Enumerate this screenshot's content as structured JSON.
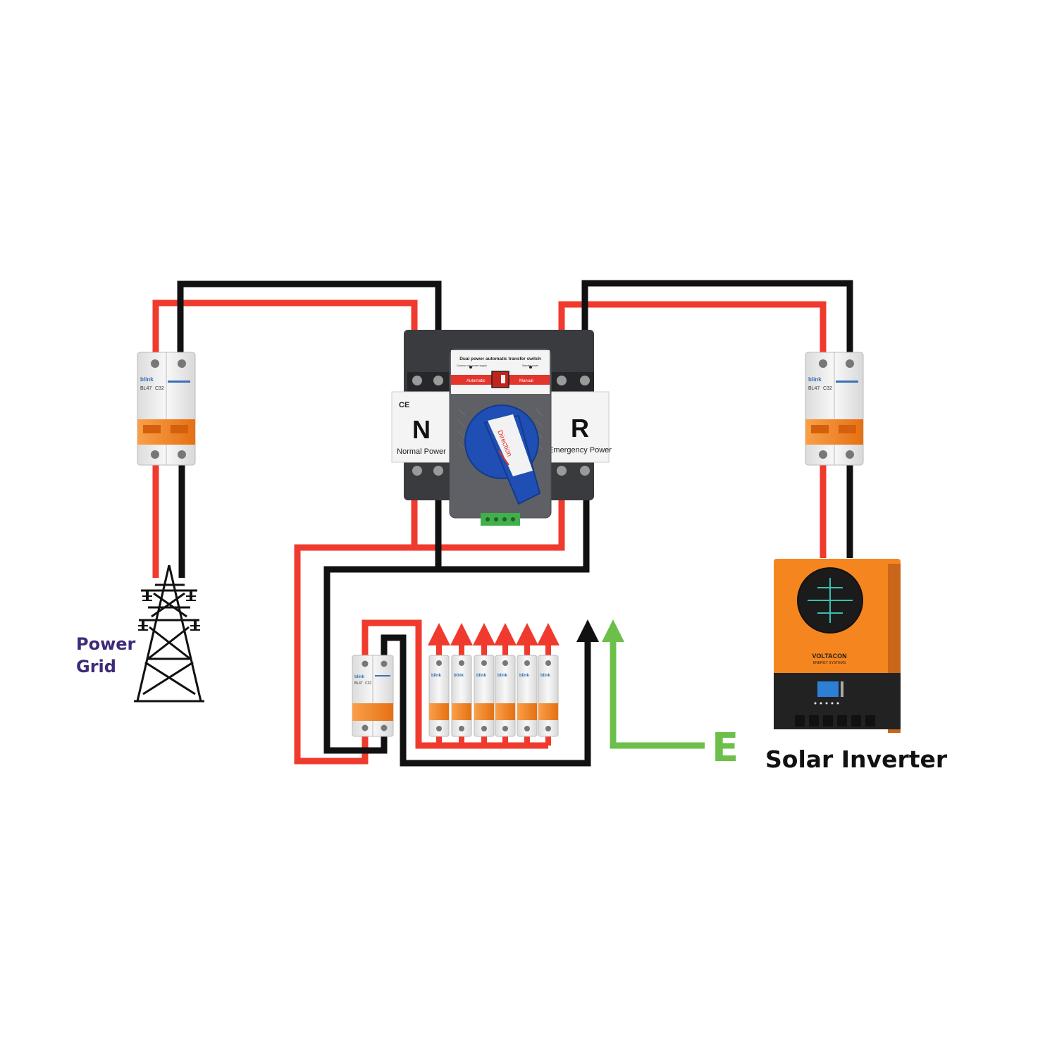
{
  "colors": {
    "live": "#f03a2e",
    "neutral": "#111111",
    "earth": "#6cc04a",
    "breaker_lever": "#f07a1e",
    "breaker_body": "#f1f1f1",
    "switch_body": "#5e6066",
    "switch_knob": "#1f4fb5",
    "inverter_orange": "#f5861f",
    "grid_label": "#3d2b78"
  },
  "labels": {
    "power_grid": [
      "Power",
      "Grid"
    ],
    "solar_inverter": "Solar Inverter",
    "earth": "E"
  },
  "transfer_switch": {
    "header": "Dual power automatic transfer switch",
    "status_left": "Common and power supply",
    "status_right": "Standby power",
    "mode_auto": "Automatic",
    "mode_manual": "Manual",
    "mark_ce": "CE",
    "left_letter": "N",
    "left_caption": "Normal Power",
    "right_letter": "R",
    "right_caption": "Emergency Power",
    "knob_text": "Direction"
  },
  "breaker": {
    "brand": "blink",
    "model": "BL47",
    "rating": "C32"
  },
  "inverter": {
    "brand": "VOLTACON",
    "tagline": "ENERGY SYSTEMS"
  }
}
